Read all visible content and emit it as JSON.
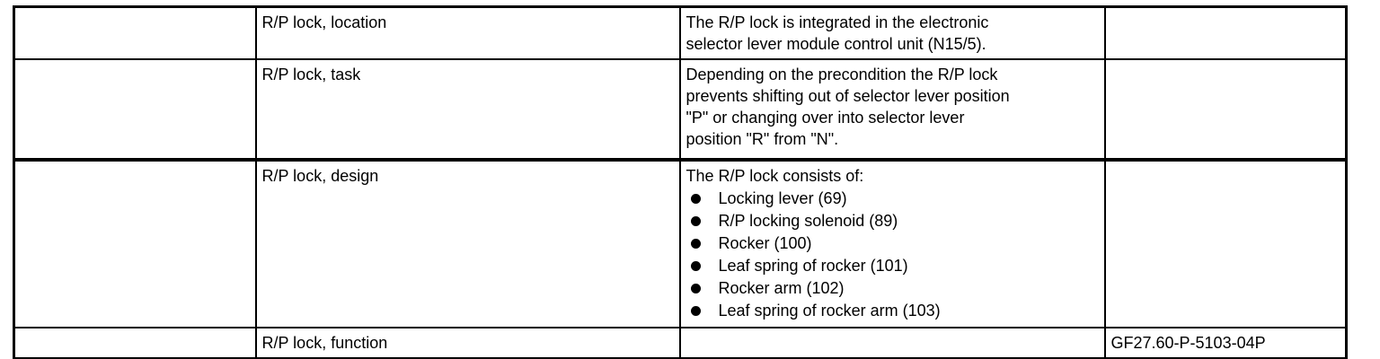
{
  "document": {
    "background_color": "#ffffff",
    "text_color": "#000000"
  },
  "table": {
    "rows": [
      {
        "topic": "R/P lock, location",
        "description_lines": [
          "The R/P lock is integrated in the electronic",
          "selector lever module control unit (N15/5)."
        ],
        "ref": ""
      },
      {
        "topic": "R/P lock, task",
        "description_lines": [
          "Depending on the precondition the R/P lock",
          "prevents shifting out of selector lever position",
          "\"P\" or changing over into selector lever",
          "position \"R\" from \"N\"."
        ],
        "ref": ""
      },
      {
        "topic": "R/P lock, design",
        "description_intro": "The R/P lock consists of:",
        "bullets": [
          "Locking lever (69)",
          "R/P locking solenoid (89)",
          "Rocker (100)",
          "Leaf spring of rocker (101)",
          "Rocker arm (102)",
          "Leaf spring of rocker arm (103)"
        ],
        "ref": ""
      },
      {
        "topic": "R/P lock, function",
        "ref": "GF27.60-P-5103-04P"
      }
    ]
  }
}
